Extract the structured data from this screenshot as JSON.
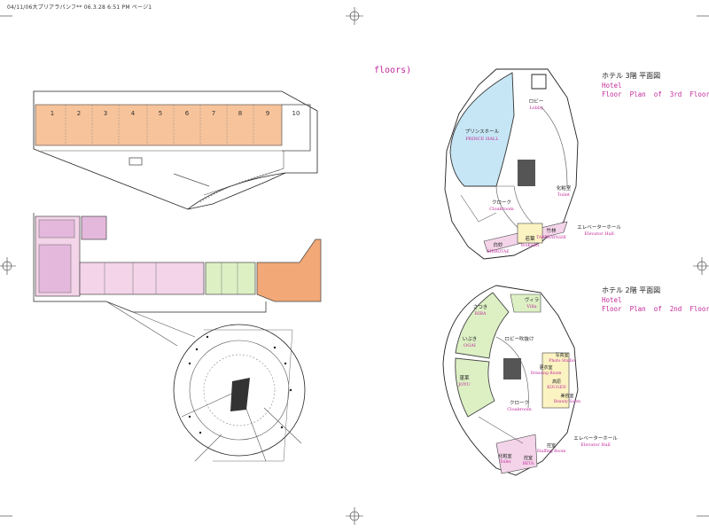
{
  "header": {
    "text": "04/11/06大プリアラパンフ** 06.3.28 6:51 PM ページ1"
  },
  "floors_label": "floors)",
  "third_floor": {
    "title_jp": "ホテル 3階 平面図",
    "title_en_1": "Hotel",
    "title_en_2": "Floor  Plan  of  3rd  Floor",
    "rooms": {
      "lobby_jp": "ロビー",
      "lobby_en": "Lobby",
      "hall_jp": "プリンスホール",
      "hall_en": "PRINCE HALL",
      "toilet_jp": "化粧室",
      "toilet_en": "Toilet",
      "cloak_jp": "クローク",
      "cloak_en": "Cloakroom",
      "elevator_jp": "エレベーターホール",
      "elevator_en": "Elevator Hall",
      "r1_jp": "竹林",
      "r1_en": "TAKEBAYASHI",
      "r2_jp": "若葉",
      "r2_en": "WAKABA",
      "r3_jp": "白妙",
      "r3_en": "SHIROTAE"
    },
    "room_numbers": [
      "1",
      "2",
      "3",
      "4",
      "5",
      "6",
      "7",
      "8",
      "9",
      "10"
    ]
  },
  "second_floor": {
    "title_jp": "ホテル 2階 平面図",
    "title_en_1": "Hotel",
    "title_en_2": "Floor  Plan  of  2nd  Floor",
    "rooms": {
      "ribs_jp": "さつき",
      "ribs_en": "RIBA",
      "villa_jp": "ヴィラ",
      "villa_en": "Villa",
      "ogi_jp": "いぶき",
      "ogi_en": "OGAI",
      "joyu_jp": "蓬莱",
      "joyu_en": "JOYU",
      "lobby_jp": "ロビー吹抜け",
      "photo_jp": "写真室",
      "photo_en": "Photo Studio",
      "dress_jp": "更衣室",
      "dress_en": "Dressing Room",
      "kougen_jp": "高原",
      "kougen_en": "KOUGEN",
      "beauty_jp": "美容室",
      "beauty_en": "Beauty Salon",
      "cloak_jp": "クローク",
      "cloak_en": "Cloakroom",
      "elevator_jp": "エレベーターホール",
      "elevator_en": "Elevator Hall",
      "staff_jp": "控室",
      "staff_en": "Staffing Room",
      "toilet_jp": "化粧室",
      "toilet_en": "Toilet",
      "pc_jp": "控室",
      "pc_en": "BETA"
    }
  },
  "colors": {
    "orange": "#f7c39a",
    "orange_dark": "#f2a877",
    "pink": "#f3d4e9",
    "pink_dark": "#e4b8dc",
    "green": "#dcf0c4",
    "blue": "#c6e6f5",
    "yellow": "#fbf3c2",
    "magenta": "#c2289a",
    "line": "#222222"
  }
}
